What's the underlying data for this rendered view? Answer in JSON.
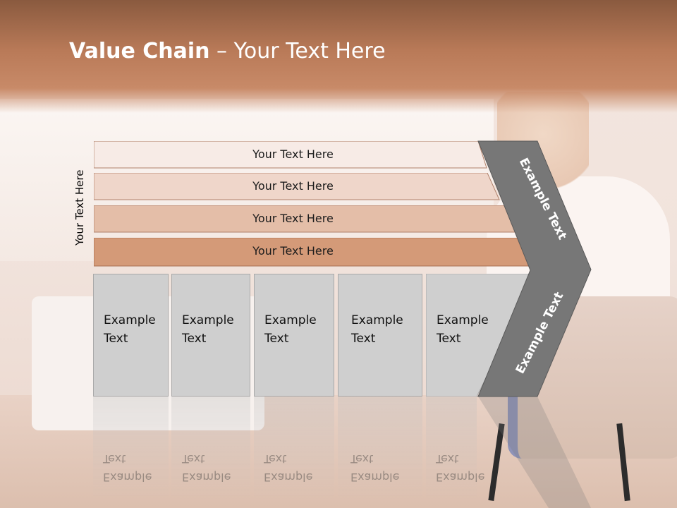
{
  "title": {
    "bold": "Value Chain",
    "rest": " – Your Text Here"
  },
  "vertical_label": "Your Text Here",
  "bands": [
    {
      "label": "Your Text Here",
      "color": "#f7ebe6"
    },
    {
      "label": "Your Text Here",
      "color": "#efd6ca"
    },
    {
      "label": "Your Text Here",
      "color": "#e4bea8"
    },
    {
      "label": "Your Text Here",
      "color": "#d49a78"
    }
  ],
  "boxes": [
    {
      "text": "Example\nText"
    },
    {
      "text": "Example\nText"
    },
    {
      "text": "Example\nText"
    },
    {
      "text": "Example\nText"
    },
    {
      "text": "Example\nText"
    }
  ],
  "chevron": {
    "top_text": "Example Text",
    "bottom_text": "Example Text",
    "color": "#777777"
  }
}
